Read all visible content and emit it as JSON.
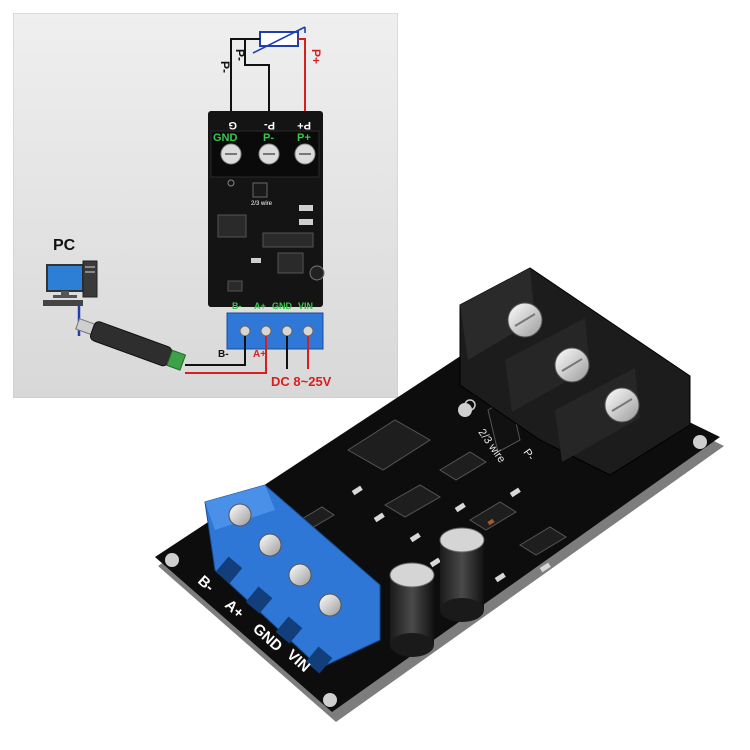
{
  "inset": {
    "pc_label": "PC",
    "sensor_labels": {
      "p_minus_1": "P-",
      "p_minus_2": "P-",
      "p_plus": "P+"
    },
    "board_top_labels": {
      "g": "G",
      "p_minus": "P-",
      "p_plus": "P+"
    },
    "terminal_labels": {
      "gnd": "GND",
      "p_minus": "P-",
      "p_plus": "P+"
    },
    "wire_option": "2/3 wire",
    "connector_labels": {
      "b_minus": "B-",
      "a_plus": "A+",
      "gnd": "GND",
      "vin": "VIN"
    },
    "wire_labels": {
      "b_minus": "B-",
      "a_plus": "A+"
    },
    "power_label": "DC 8~25V",
    "colors": {
      "red": "#d62020",
      "blue": "#1f3fb0",
      "green": "#36c84a",
      "black": "#111111"
    }
  },
  "photo": {
    "connector_labels": {
      "b_minus": "B-",
      "a_plus": "A+",
      "gnd": "GND",
      "vin": "VIN"
    },
    "wire_option": "2/3 wire",
    "jumper_label": "P-",
    "board_color": "#0d0d0d",
    "terminal_color": "#2f77d6"
  }
}
